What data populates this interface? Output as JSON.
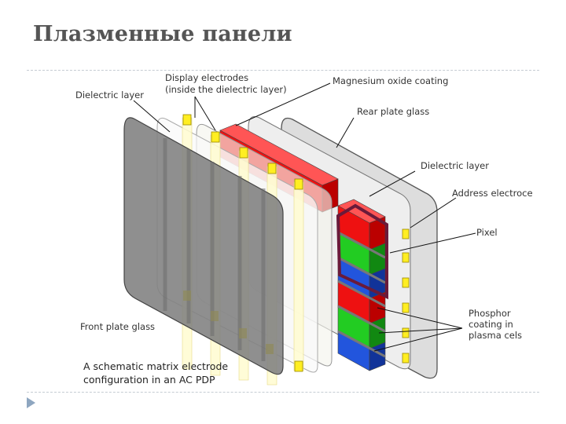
{
  "slide": {
    "title": "Плазменные панели"
  },
  "diagram": {
    "labels": {
      "dielectric_layer_front": "Dielectric layer",
      "display_electrodes_1": "Display electrodes",
      "display_electrodes_2": "(inside the dielectric layer)",
      "magnesium_oxide": "Magnesium oxide coating",
      "rear_plate_glass": "Rear plate glass",
      "dielectric_layer_rear": "Dielectric layer",
      "address_electrode": "Address electroce",
      "pixel": "Pixel",
      "phosphor_1": "Phosphor",
      "phosphor_2": "coating in",
      "phosphor_3": "plasma cels",
      "front_plate_glass": "Front plate glass"
    },
    "caption": {
      "line1": "A schematic matrix electrode",
      "line2": "configuration in an AC PDP"
    },
    "colors": {
      "red": "#ee1111",
      "green": "#22cc22",
      "blue": "#2255dd",
      "electrode": "#ffee22",
      "pixel_outline": "#6a1a3a",
      "front_glass": "#7f7f7f"
    }
  }
}
